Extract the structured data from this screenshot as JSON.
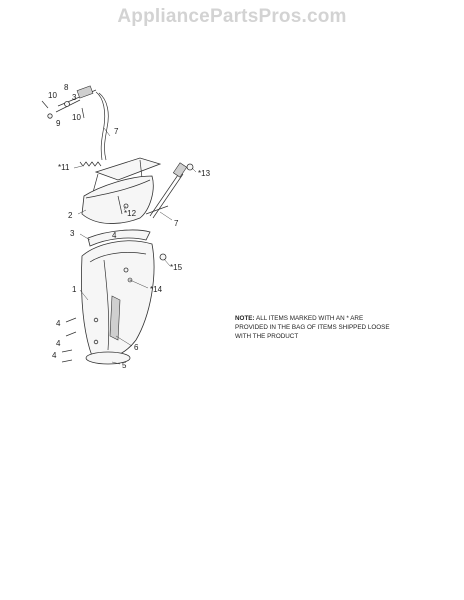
{
  "watermark": "AppliancePartsPros.com",
  "callouts": [
    {
      "id": "c10a",
      "text": "10"
    },
    {
      "id": "c8",
      "text": "8"
    },
    {
      "id": "c9",
      "text": "9"
    },
    {
      "id": "c3a",
      "text": "3"
    },
    {
      "id": "c10b",
      "text": "10"
    },
    {
      "id": "c7a",
      "text": "7"
    },
    {
      "id": "c11",
      "text": "*11"
    },
    {
      "id": "c13",
      "text": "*13"
    },
    {
      "id": "c2",
      "text": "2"
    },
    {
      "id": "c12",
      "text": "*12"
    },
    {
      "id": "c7b",
      "text": "7"
    },
    {
      "id": "c3b",
      "text": "3"
    },
    {
      "id": "c4a",
      "text": "4"
    },
    {
      "id": "c15",
      "text": "*15"
    },
    {
      "id": "c1",
      "text": "1"
    },
    {
      "id": "c14",
      "text": "*14"
    },
    {
      "id": "c4b",
      "text": "4"
    },
    {
      "id": "c4c",
      "text": "4"
    },
    {
      "id": "c6",
      "text": "6"
    },
    {
      "id": "c4d",
      "text": "4"
    },
    {
      "id": "c5",
      "text": "5"
    }
  ],
  "note": {
    "lead": "NOTE:",
    "line1": " ALL ITEMS MARKED WITH AN * ARE",
    "line2": "PROVIDED IN THE BAG OF ITEMS SHIPPED LOOSE",
    "line3": "WITH THE PRODUCT"
  }
}
